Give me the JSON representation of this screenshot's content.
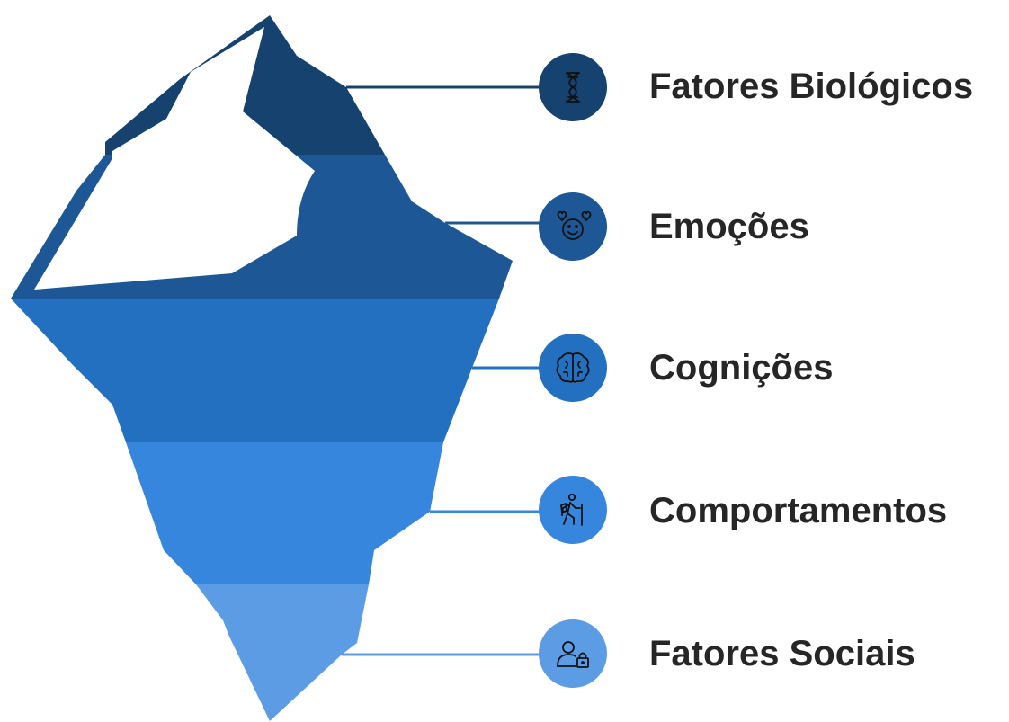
{
  "diagram": {
    "layers": [
      {
        "label": "Fatores Biológicos",
        "icon": "dna-icon",
        "color": "#16426f"
      },
      {
        "label": "Emoções",
        "icon": "smiley-hearts-icon",
        "color": "#1d5796"
      },
      {
        "label": "Cognições",
        "icon": "brain-icon",
        "color": "#2470c0"
      },
      {
        "label": "Comportamentos",
        "icon": "hiker-icon",
        "color": "#3786dd"
      },
      {
        "label": "Fatores Sociais",
        "icon": "user-lock-icon",
        "color": "#5c9ce4"
      }
    ]
  }
}
